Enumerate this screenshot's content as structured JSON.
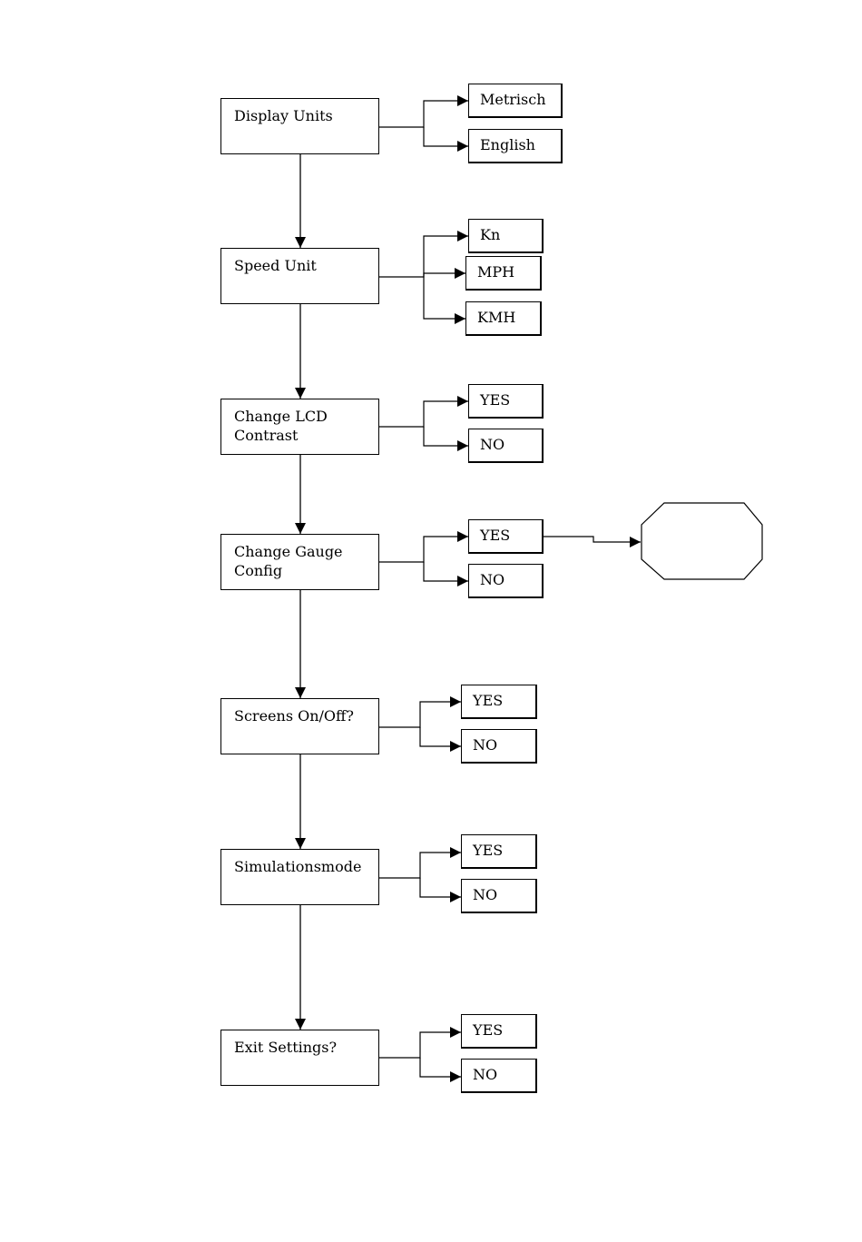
{
  "steps": [
    {
      "label": "Display Units",
      "options": [
        "Metrisch",
        "English"
      ]
    },
    {
      "label": "Speed Unit",
      "options": [
        "Kn",
        "MPH",
        "KMH"
      ]
    },
    {
      "label": "Change LCD\nContrast",
      "options": [
        "YES",
        "NO"
      ]
    },
    {
      "label": "Change Gauge\nConfig",
      "options": [
        "YES",
        "NO"
      ]
    },
    {
      "label": "Screens On/Off?",
      "options": [
        "YES",
        "NO"
      ]
    },
    {
      "label": "Simulationsmode",
      "options": [
        "YES",
        "NO"
      ]
    },
    {
      "label": "Exit Settings?",
      "options": [
        "YES",
        "NO"
      ]
    }
  ],
  "colors": {
    "line": "#000000",
    "box_border": "#000000",
    "background": "#ffffff"
  }
}
